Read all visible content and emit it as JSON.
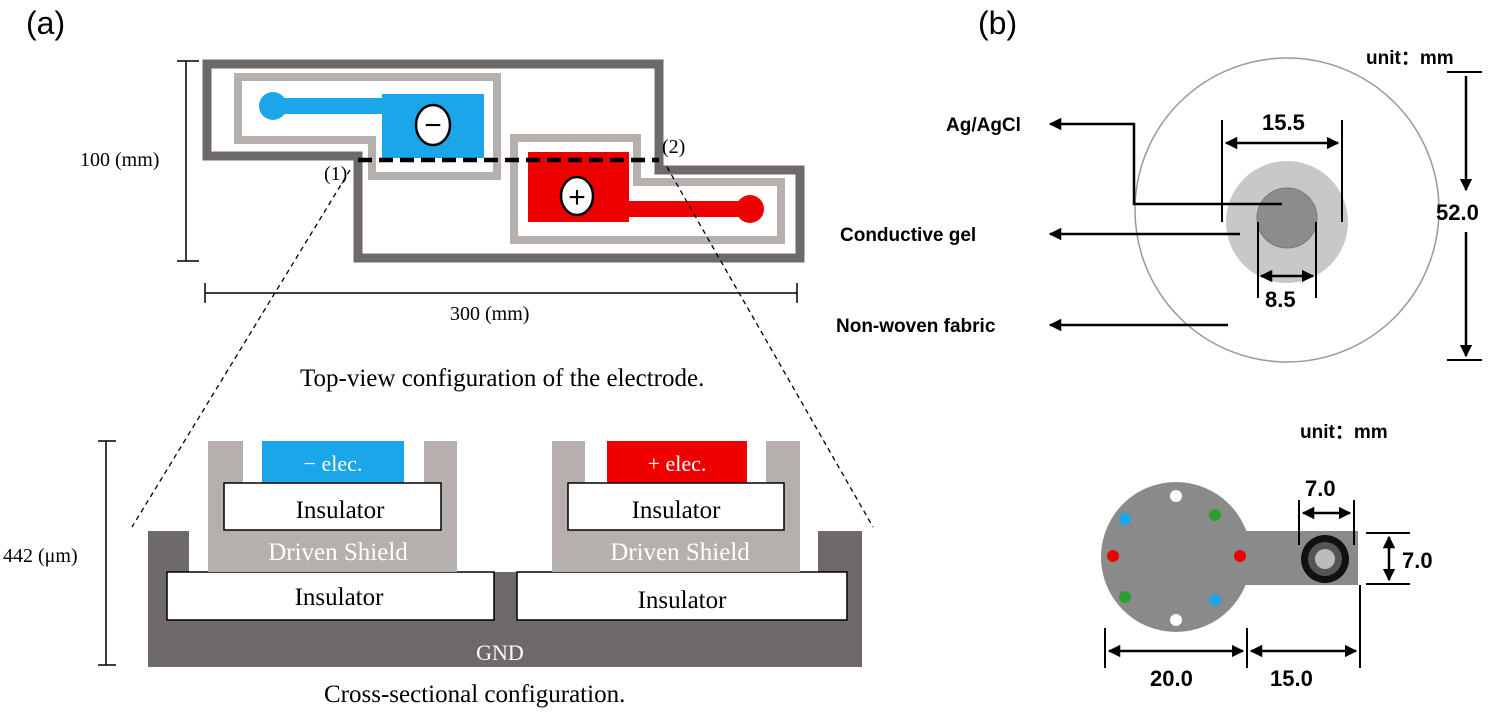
{
  "panel_a": {
    "label": "(a)",
    "top_view": {
      "height_label": "100 (mm)",
      "width_label": "300 (mm)",
      "point1": "(1)",
      "point2": "(2)",
      "minus_symbol": "−",
      "plus_symbol": "+",
      "caption": "Top-view configuration of the electrode."
    },
    "cross_section": {
      "thickness_label": "442 (μm)",
      "minus_elec": "− elec.",
      "plus_elec": "+ elec.",
      "insulator_left_top": "Insulator",
      "insulator_right_top": "Insulator",
      "driven_shield_left": "Driven Shield",
      "driven_shield_right": "Driven Shield",
      "insulator_left_bottom": "Insulator",
      "insulator_right_bottom": "Insulator",
      "gnd": "GND",
      "caption": "Cross-sectional configuration."
    }
  },
  "panel_b": {
    "label": "(b)",
    "top": {
      "unit": "unit：mm",
      "ag_label": "Ag/AgCl",
      "gel_label": "Conductive gel",
      "fabric_label": "Non-woven fabric",
      "dim_inner_top": "15.5",
      "dim_inner_bottom": "8.5",
      "dim_outer": "52.0"
    },
    "bottom": {
      "unit": "unit：mm",
      "dim_tab_width": "7.0",
      "dim_tab_height": "7.0",
      "dim_disc": "20.0",
      "dim_tab_length": "15.0"
    }
  },
  "colors": {
    "negative": "#1aa6e8",
    "positive": "#ee0000",
    "gnd": "#6e6a69",
    "shield": "#b5b0ad",
    "disc": "#8a8a8a"
  }
}
